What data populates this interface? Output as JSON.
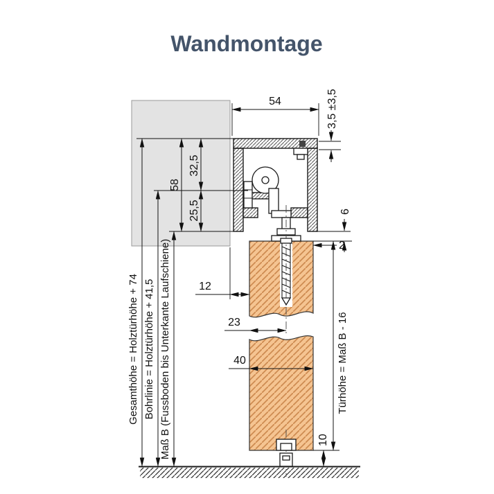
{
  "title": "Wandmontage",
  "diagram": {
    "dims": {
      "track_width": "54",
      "height_adjust": "3,5 ±3,5",
      "track_height": "58",
      "upper_part": "32,5",
      "lower_part": "25,5",
      "top_gap": "6",
      "side_offset": "2",
      "wall_to_door": "12",
      "door_to_axis": "23",
      "door_thickness": "40",
      "floor_gap": "10"
    },
    "labels": {
      "gesamthoehe": "Gesamthöhe = Holztürhöhe + 74",
      "bohrlinie": "Bohrlinie = Holztürhöhe + 41,5",
      "mass_b": "Maß B (Fussboden bis Unterkante Laufschiene)",
      "tuerhoehe": "Türhöhe = Maß B - 16"
    },
    "colors": {
      "title": "#44546a",
      "wall_fill": "#e3e3e3",
      "door_fill": "#f5c априori",
      "door_fill_fix": "#f5c491",
      "door_hatch": "#cd8a50",
      "metal_hatch": "#555555",
      "line": "#111111"
    }
  }
}
